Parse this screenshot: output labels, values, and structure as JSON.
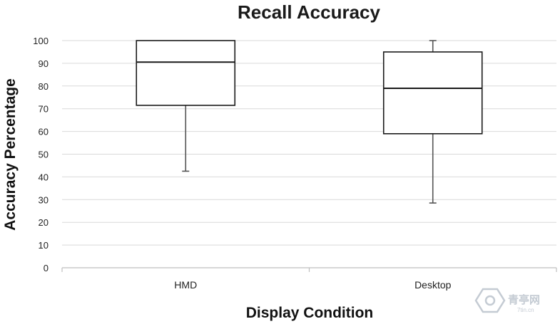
{
  "chart_data": {
    "type": "box",
    "title": "Recall Accuracy",
    "xlabel": "Display Condition",
    "ylabel": "Accuracy Percentage",
    "categories": [
      "HMD",
      "Desktop"
    ],
    "boxes": [
      {
        "category": "HMD",
        "min": 42.5,
        "q1": 71.5,
        "median": 90.5,
        "q3": 100,
        "max": 100
      },
      {
        "category": "Desktop",
        "min": 28.5,
        "q1": 59,
        "median": 79,
        "q3": 95,
        "max": 100
      }
    ],
    "ylim": [
      0,
      100
    ],
    "yticks": [
      0,
      10,
      20,
      30,
      40,
      50,
      60,
      70,
      80,
      90,
      100
    ],
    "grid": true,
    "legend": "none",
    "colors": {
      "box_stroke": "#1a1a1a",
      "whisker": "#555555",
      "grid": "#d9d9d9",
      "axis": "#bfbfbf"
    }
  },
  "watermark": {
    "text": "青亭网",
    "sub": "7tin.cn"
  }
}
